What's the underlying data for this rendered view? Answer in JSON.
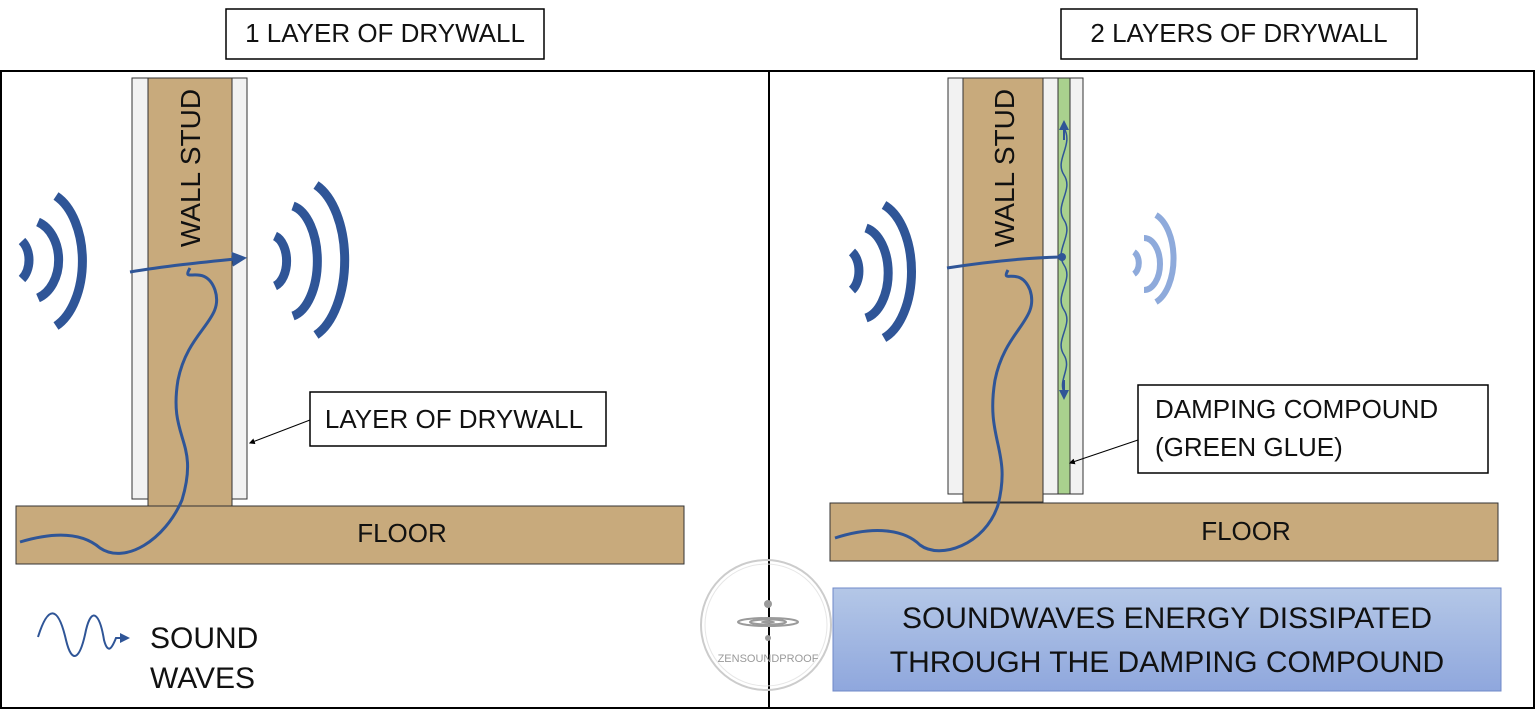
{
  "panels": {
    "left": {
      "title": "1 LAYER OF DRYWALL",
      "stud_label": "WALL STUD",
      "floor_label": "FLOOR",
      "callout": "LAYER OF DRYWALL"
    },
    "right": {
      "title": "2 LAYERS OF DRYWALL",
      "stud_label": "WALL STUD",
      "floor_label": "FLOOR",
      "callout_line1": "DAMPING COMPOUND",
      "callout_line2": "(GREEN GLUE)"
    }
  },
  "legend": {
    "line1": "SOUND",
    "line2": "WAVES",
    "icon": "sound-wave-arrow-icon"
  },
  "note": {
    "line1": "SOUNDWAVES ENERGY DISSIPATED",
    "line2": "THROUGH THE DAMPING COMPOUND"
  },
  "watermark": {
    "text": "ZENSOUNDPROOF"
  },
  "colors": {
    "wood": "#c8aa7c",
    "wave": "#2f5597",
    "wave_faded": "#8eaadb",
    "drywall": "#f2f2f2",
    "glue": "#a9d18e",
    "note_fill": "#8fa7dd"
  }
}
